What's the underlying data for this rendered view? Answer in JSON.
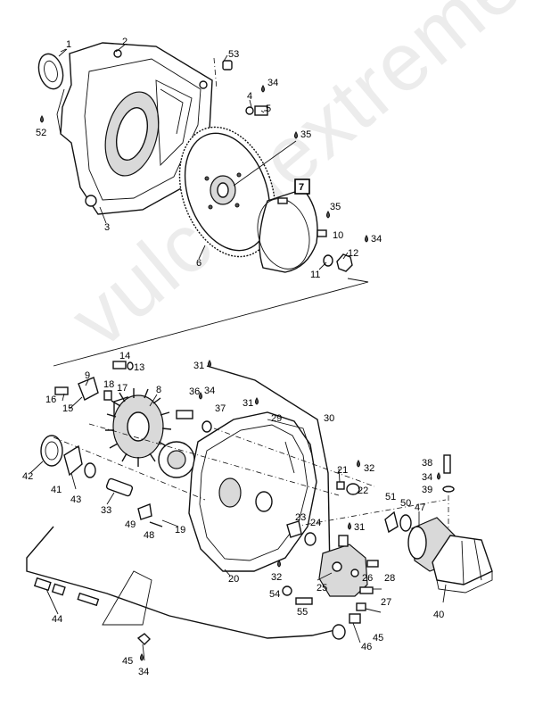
{
  "watermark": "vulcanextremelife.ru",
  "boxed_label": "7",
  "labels": [
    {
      "id": "l1",
      "text": "1"
    },
    {
      "id": "l2",
      "text": "2"
    },
    {
      "id": "l3",
      "text": "3"
    },
    {
      "id": "l4",
      "text": "4"
    },
    {
      "id": "l5",
      "text": "5"
    },
    {
      "id": "l6",
      "text": "6"
    },
    {
      "id": "l8",
      "text": "8"
    },
    {
      "id": "l9",
      "text": "9"
    },
    {
      "id": "l10",
      "text": "10"
    },
    {
      "id": "l11",
      "text": "11"
    },
    {
      "id": "l12",
      "text": "12"
    },
    {
      "id": "l13",
      "text": "13"
    },
    {
      "id": "l14",
      "text": "14"
    },
    {
      "id": "l15",
      "text": "15"
    },
    {
      "id": "l16",
      "text": "16"
    },
    {
      "id": "l17",
      "text": "17"
    },
    {
      "id": "l18",
      "text": "18"
    },
    {
      "id": "l19",
      "text": "19"
    },
    {
      "id": "l20",
      "text": "20"
    },
    {
      "id": "l21",
      "text": "21"
    },
    {
      "id": "l22",
      "text": "22"
    },
    {
      "id": "l23",
      "text": "23"
    },
    {
      "id": "l24",
      "text": "24"
    },
    {
      "id": "l25",
      "text": "25"
    },
    {
      "id": "l26",
      "text": "26"
    },
    {
      "id": "l27",
      "text": "27"
    },
    {
      "id": "l28",
      "text": "28"
    },
    {
      "id": "l29",
      "text": "29"
    },
    {
      "id": "l30",
      "text": "30"
    },
    {
      "id": "l31a",
      "text": "31"
    },
    {
      "id": "l31b",
      "text": "31"
    },
    {
      "id": "l31c",
      "text": "31"
    },
    {
      "id": "l32a",
      "text": "32"
    },
    {
      "id": "l32b",
      "text": "32"
    },
    {
      "id": "l33",
      "text": "33"
    },
    {
      "id": "l34a",
      "text": "34"
    },
    {
      "id": "l34b",
      "text": "34"
    },
    {
      "id": "l34c",
      "text": "34"
    },
    {
      "id": "l34d",
      "text": "34"
    },
    {
      "id": "l34e",
      "text": "34"
    },
    {
      "id": "l35a",
      "text": "35"
    },
    {
      "id": "l35b",
      "text": "35"
    },
    {
      "id": "l36",
      "text": "36"
    },
    {
      "id": "l37",
      "text": "37"
    },
    {
      "id": "l38",
      "text": "38"
    },
    {
      "id": "l39",
      "text": "39"
    },
    {
      "id": "l40",
      "text": "40"
    },
    {
      "id": "l41",
      "text": "41"
    },
    {
      "id": "l42",
      "text": "42"
    },
    {
      "id": "l43",
      "text": "43"
    },
    {
      "id": "l44",
      "text": "44"
    },
    {
      "id": "l45a",
      "text": "45"
    },
    {
      "id": "l45b",
      "text": "45"
    },
    {
      "id": "l46",
      "text": "46"
    },
    {
      "id": "l47",
      "text": "47"
    },
    {
      "id": "l48",
      "text": "48"
    },
    {
      "id": "l49",
      "text": "49"
    },
    {
      "id": "l50",
      "text": "50"
    },
    {
      "id": "l51",
      "text": "51"
    },
    {
      "id": "l52",
      "text": "52"
    },
    {
      "id": "l53",
      "text": "53"
    },
    {
      "id": "l54",
      "text": "54"
    },
    {
      "id": "l55",
      "text": "55"
    }
  ]
}
